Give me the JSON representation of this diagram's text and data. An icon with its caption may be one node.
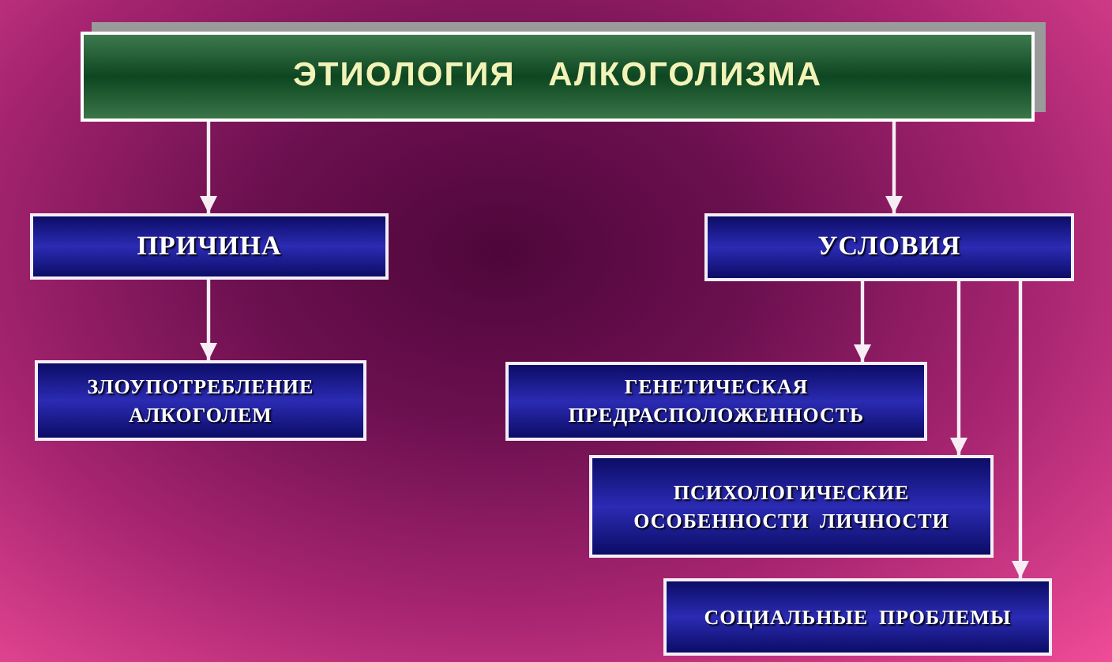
{
  "diagram": {
    "nodes": [
      {
        "text": [
          "ЭТИОЛОГИЯ АЛКОГОЛИЗМА"
        ]
      },
      {
        "text": [
          "ПРИЧИНА"
        ]
      },
      {
        "text": [
          "ЗЛОУПОТРЕБЛЕНИЕ АЛКОГОЛЕМ"
        ]
      },
      {
        "text": [
          "УСЛОВИЯ"
        ]
      },
      {
        "text": [
          "ГЕНЕТИЧЕСКАЯ ПРЕДРАСПОЛОЖЕННОСТЬ"
        ]
      },
      {
        "text": [
          "ПСИХОЛОГИЧЕСКИЕ ОСОБЕННОСТИ ЛИЧНОСТИ"
        ]
      },
      {
        "text": [
          "СОЦИАЛЬНЫЕ ПРОБЛЕМЫ"
        ]
      }
    ],
    "edges": [
      {
        "from": 0,
        "to": 1,
        "arrow": "to"
      },
      {
        "from": 0,
        "to": 3,
        "arrow": "to"
      },
      {
        "from": 1,
        "to": 2,
        "arrow": "to"
      },
      {
        "from": 3,
        "to": 4,
        "arrow": "to"
      },
      {
        "from": 3,
        "to": 5,
        "arrow": "to"
      },
      {
        "from": 3,
        "to": 6,
        "arrow": "to"
      }
    ]
  }
}
